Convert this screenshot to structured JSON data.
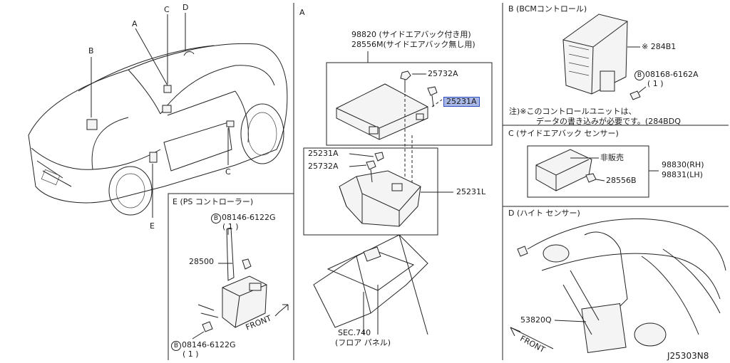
{
  "colors": {
    "highlight_fill": "#a8b7e6",
    "highlight_border": "#2f4fbf",
    "line": "#222222"
  },
  "overview": {
    "callout_a": "A",
    "callout_b": "B",
    "callout_c_top": "C",
    "callout_c_bottom": "C",
    "callout_d": "D",
    "callout_e": "E"
  },
  "section_a": {
    "title": "A",
    "label_98820": "98820 (サイドエアバック付き用)",
    "label_28556m": "28556M(サイドエアバック無し用)",
    "label_25732a_top": "25732A",
    "label_25231a_highlight": "25231A",
    "label_25231a_left": "25231A",
    "label_25732a_left": "25732A",
    "label_25231l": "25231L",
    "label_sec740": "SEC.740",
    "label_floor_panel": "(フロア パネル)"
  },
  "section_b": {
    "title": "B (BCMコントロール)",
    "label_284b1": "※ 284B1",
    "label_bolt": "08168-6162A",
    "label_bolt_qty": "( 1 )",
    "circle_mark": "B",
    "note_line1": "注)※このコントロールユニットは、",
    "note_line2": "データの書き込みが必要です。(284BDQ"
  },
  "section_c": {
    "title": "C (サイドエアバック センサー)",
    "label_not_sold": "非販売",
    "label_28556b": "28556B",
    "label_98830": "98830(RH)",
    "label_98831": "98831(LH)"
  },
  "section_d": {
    "title": "D (ハイト センサー)",
    "label_53820q": "53820Q",
    "label_front": "FRONT"
  },
  "section_e": {
    "title": "E (PS コントローラー)",
    "label_bolt_top": "08146-6122G",
    "label_bolt_top_qty": "( 1 )",
    "label_28500": "28500",
    "label_front": "FRONT",
    "label_bolt_bottom": "08146-6122G",
    "label_bolt_bottom_qty": "( 1 )",
    "circle_mark": "B"
  },
  "footer": {
    "diagram_code": "J25303N8"
  }
}
